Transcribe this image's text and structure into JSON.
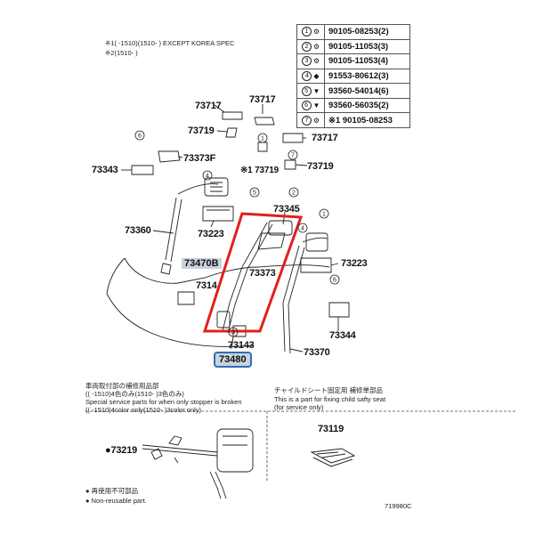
{
  "header_notes": {
    "line1": "※1(      -1510)(1510-      ) EXCEPT KOREA SPEC",
    "line2": "※2(1510-      )"
  },
  "legend": [
    {
      "num": "1",
      "part": "90105-08253(2)"
    },
    {
      "num": "2",
      "part": "90105-11053(3)"
    },
    {
      "num": "3",
      "part": "90105-11053(4)"
    },
    {
      "num": "4",
      "part": "91553-80612(3)"
    },
    {
      "num": "5",
      "part": "93560-54014(6)"
    },
    {
      "num": "6",
      "part": "93560-56035(2)"
    },
    {
      "num": "7",
      "part": "※1 90105-08253"
    }
  ],
  "labels": {
    "p73717a": "73717",
    "p73717b": "73717",
    "p73717c": "73717",
    "p73719a": "73719",
    "p73719b": "※1 73719",
    "p73719c": "73719",
    "p73343": "73343",
    "p73373f": "73373F",
    "p73360": "73360",
    "p73223a": "73223",
    "p73345": "73345",
    "p73470b": "73470B",
    "p7314": "7314",
    "p73373": "73373",
    "p73223b": "73223",
    "p73344": "73344",
    "p73143": "73143",
    "p73480": "73480",
    "p73370": "73370",
    "p73219": "●73219",
    "p73119": "73119"
  },
  "callouts": [
    "6",
    "4",
    "1",
    "7",
    "5",
    "2",
    "1",
    "4",
    "6",
    "3"
  ],
  "special_left": {
    "jp": "車両取付部の補修用品部",
    "jp2": "(( -1510)4色のみ(1510-      )3色のみ)",
    "en1": "Special service parts for when only stopper is broken",
    "en2": "((      -1510)4color only(1510-      )3color only)"
  },
  "special_right": {
    "jp": "チャイルドシート固定用 補修単部品",
    "en1": "This is a part for fixing child safty seat",
    "en2": "(for service only)"
  },
  "footer": {
    "nonreuse_jp": "● 再使用不可部品",
    "nonreuse_en": "● Non-reusable part.",
    "code": "719980C"
  },
  "colors": {
    "highlight_red": "#e0201e",
    "highlight_blue": "#2f6fb3",
    "badge_grey": "#c9d3dd"
  }
}
